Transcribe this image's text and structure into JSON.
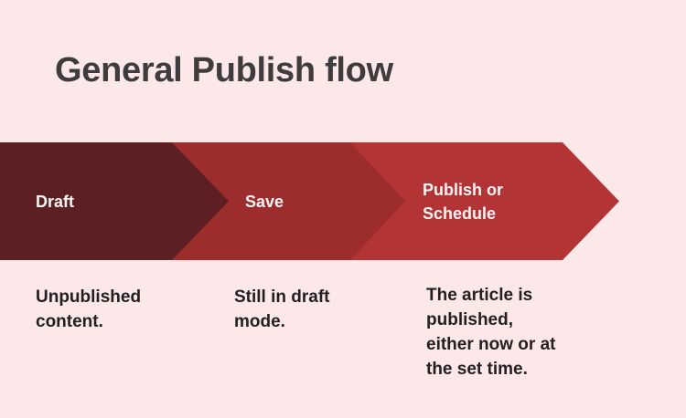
{
  "title": "General Publish flow",
  "colors": {
    "background": "#fce8e8",
    "title_text": "#3e3c3d",
    "body_text": "#242021",
    "chevron_label_text": "#faf5f5",
    "chevron_draft": "#5c1f22",
    "chevron_save": "#9d2d2d",
    "chevron_publish": "#b23434"
  },
  "steps": [
    {
      "label": "Draft",
      "label_lines": [
        "Draft"
      ],
      "description": "Unpublished content.",
      "desc_lines": [
        "Unpublished",
        "content."
      ],
      "color": "#5c1f22"
    },
    {
      "label": "Save",
      "label_lines": [
        "Save"
      ],
      "description": "Still in draft mode.",
      "desc_lines": [
        "Still in draft",
        "mode."
      ],
      "color": "#9d2d2d"
    },
    {
      "label": "Publish or Schedule",
      "label_lines": [
        "Publish or",
        "Schedule"
      ],
      "description": "The article is published, either now or at the set time.",
      "desc_lines": [
        "The article is",
        "published,",
        "either now or at",
        "the set time."
      ],
      "color": "#b23434"
    }
  ]
}
